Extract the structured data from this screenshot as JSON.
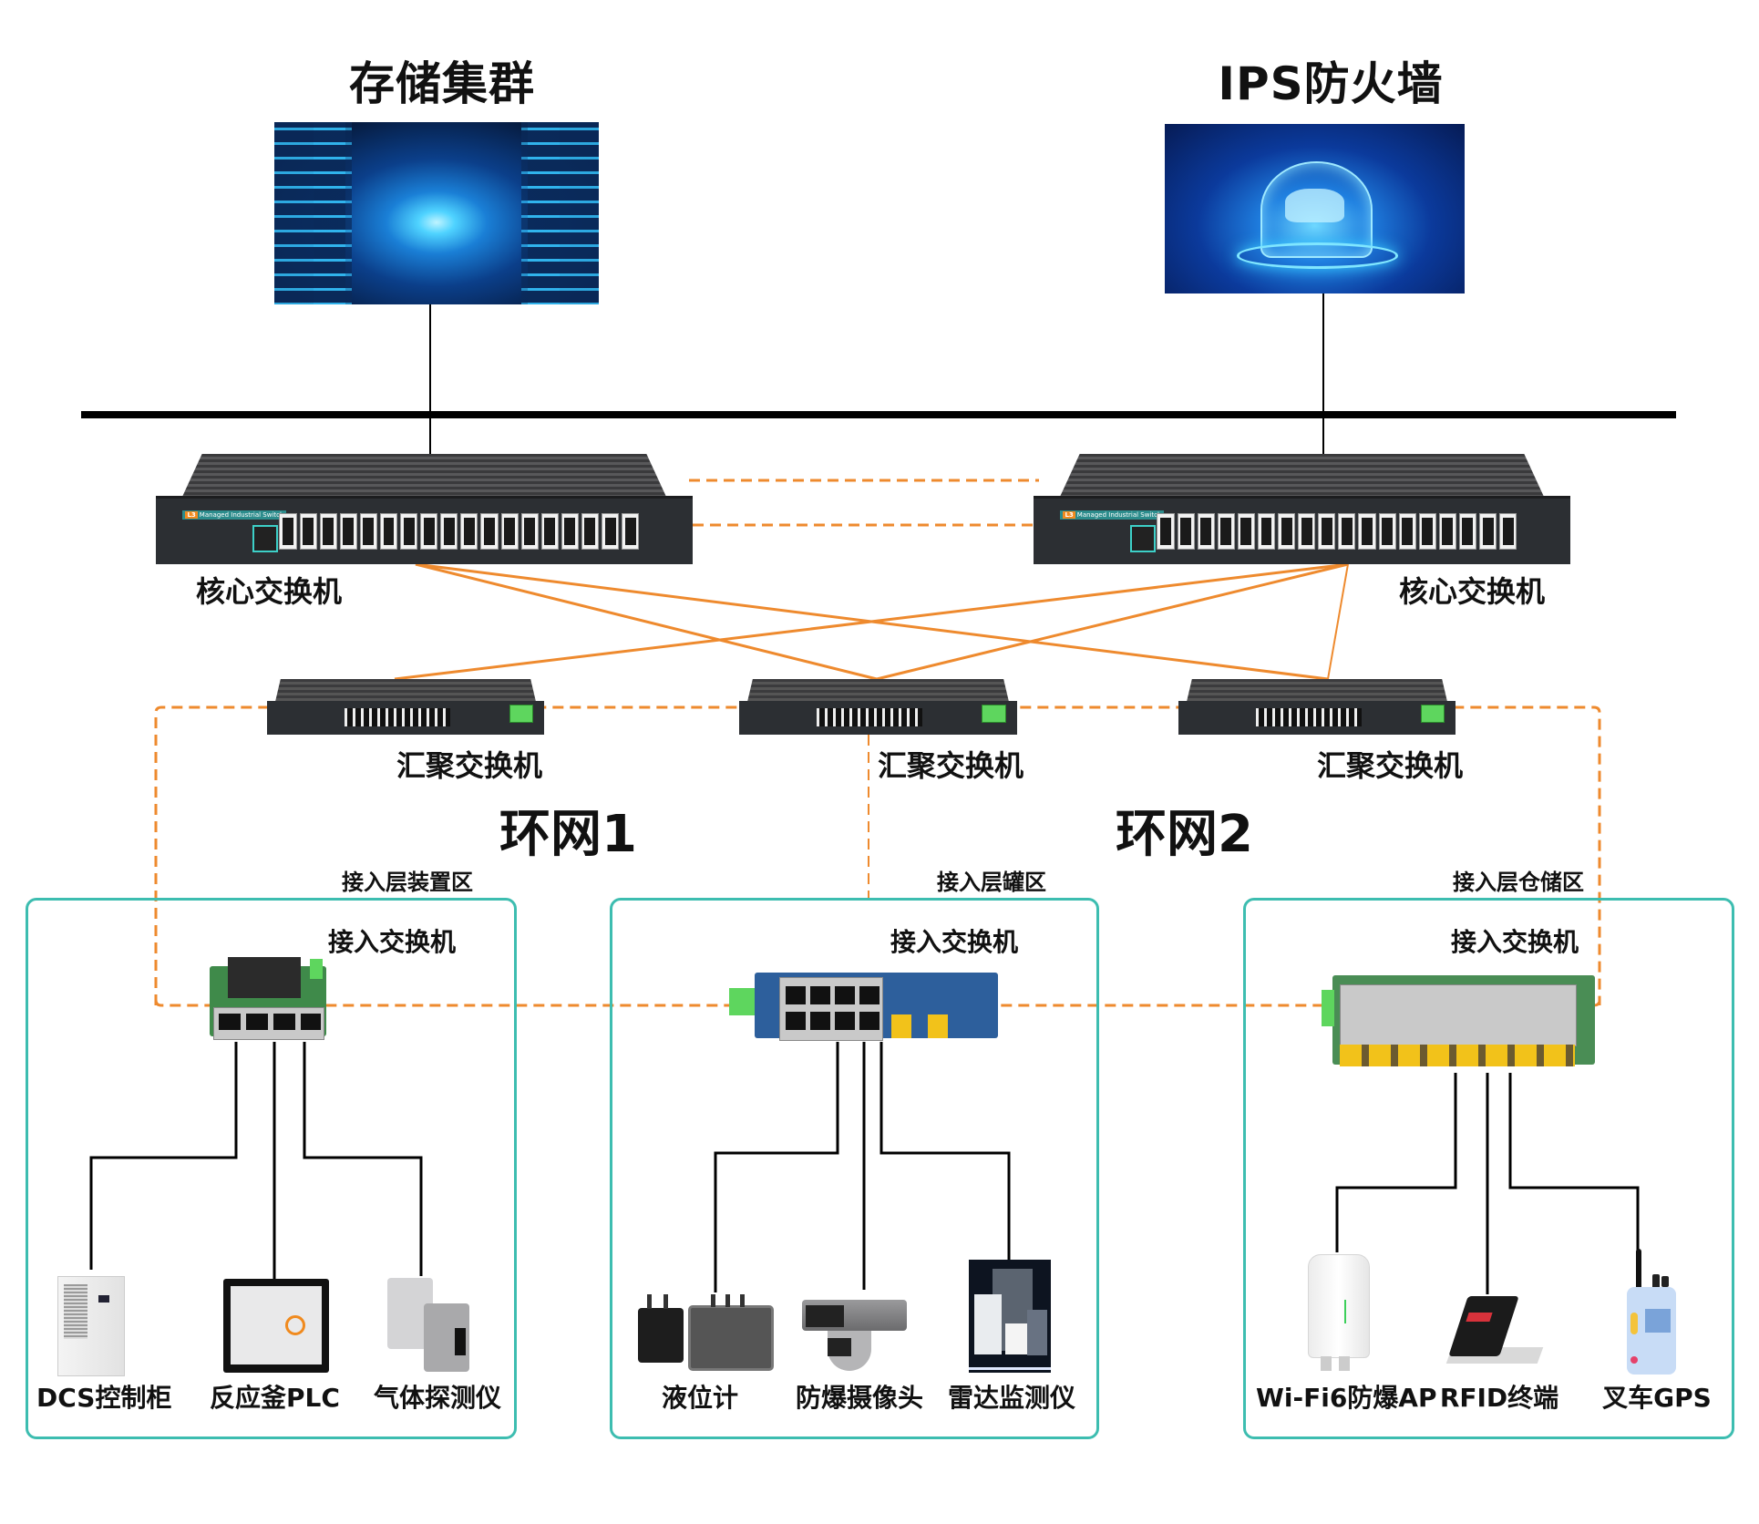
{
  "top": {
    "storage": {
      "title": "存储集群",
      "icon": "server-room-image"
    },
    "firewall": {
      "title": "IPS防火墙",
      "icon": "cloud-security-image"
    }
  },
  "core": {
    "left": {
      "label": "核心交换机",
      "badge_tag": "L3",
      "badge_text": "Managed Industrial Switch"
    },
    "right": {
      "label": "核心交换机",
      "badge_tag": "L3",
      "badge_text": "Managed Industrial Switch"
    }
  },
  "aggregation": [
    {
      "label": "汇聚交换机"
    },
    {
      "label": "汇聚交换机"
    },
    {
      "label": "汇聚交换机"
    }
  ],
  "rings": [
    {
      "label": "环网1"
    },
    {
      "label": "环网2"
    }
  ],
  "zones": [
    {
      "name": "接入层装置区",
      "switch_label": "接入交换机",
      "devices": [
        {
          "label": "DCS控制柜",
          "icon": "control-cabinet-icon"
        },
        {
          "label": "反应釜PLC",
          "icon": "hmi-panel-icon"
        },
        {
          "label": "气体探测仪",
          "icon": "gas-detector-icon"
        }
      ]
    },
    {
      "name": "接入层罐区",
      "switch_label": "接入交换机",
      "devices": [
        {
          "label": "液位计",
          "icon": "level-meter-icon"
        },
        {
          "label": "防爆摄像头",
          "icon": "camera-icon"
        },
        {
          "label": "雷达监测仪",
          "icon": "radar-monitor-icon"
        }
      ]
    },
    {
      "name": "接入层仓储区",
      "switch_label": "接入交换机",
      "devices": [
        {
          "label": "Wi-Fi6防爆AP",
          "icon": "wifi-ap-icon"
        },
        {
          "label": "RFID终端",
          "icon": "rfid-terminal-icon"
        },
        {
          "label": "叉车GPS",
          "icon": "gps-radio-icon"
        }
      ]
    }
  ],
  "colors": {
    "link_orange": "#ee8a2e",
    "zone_teal": "#3dbdb0",
    "bus_black": "#000000"
  }
}
